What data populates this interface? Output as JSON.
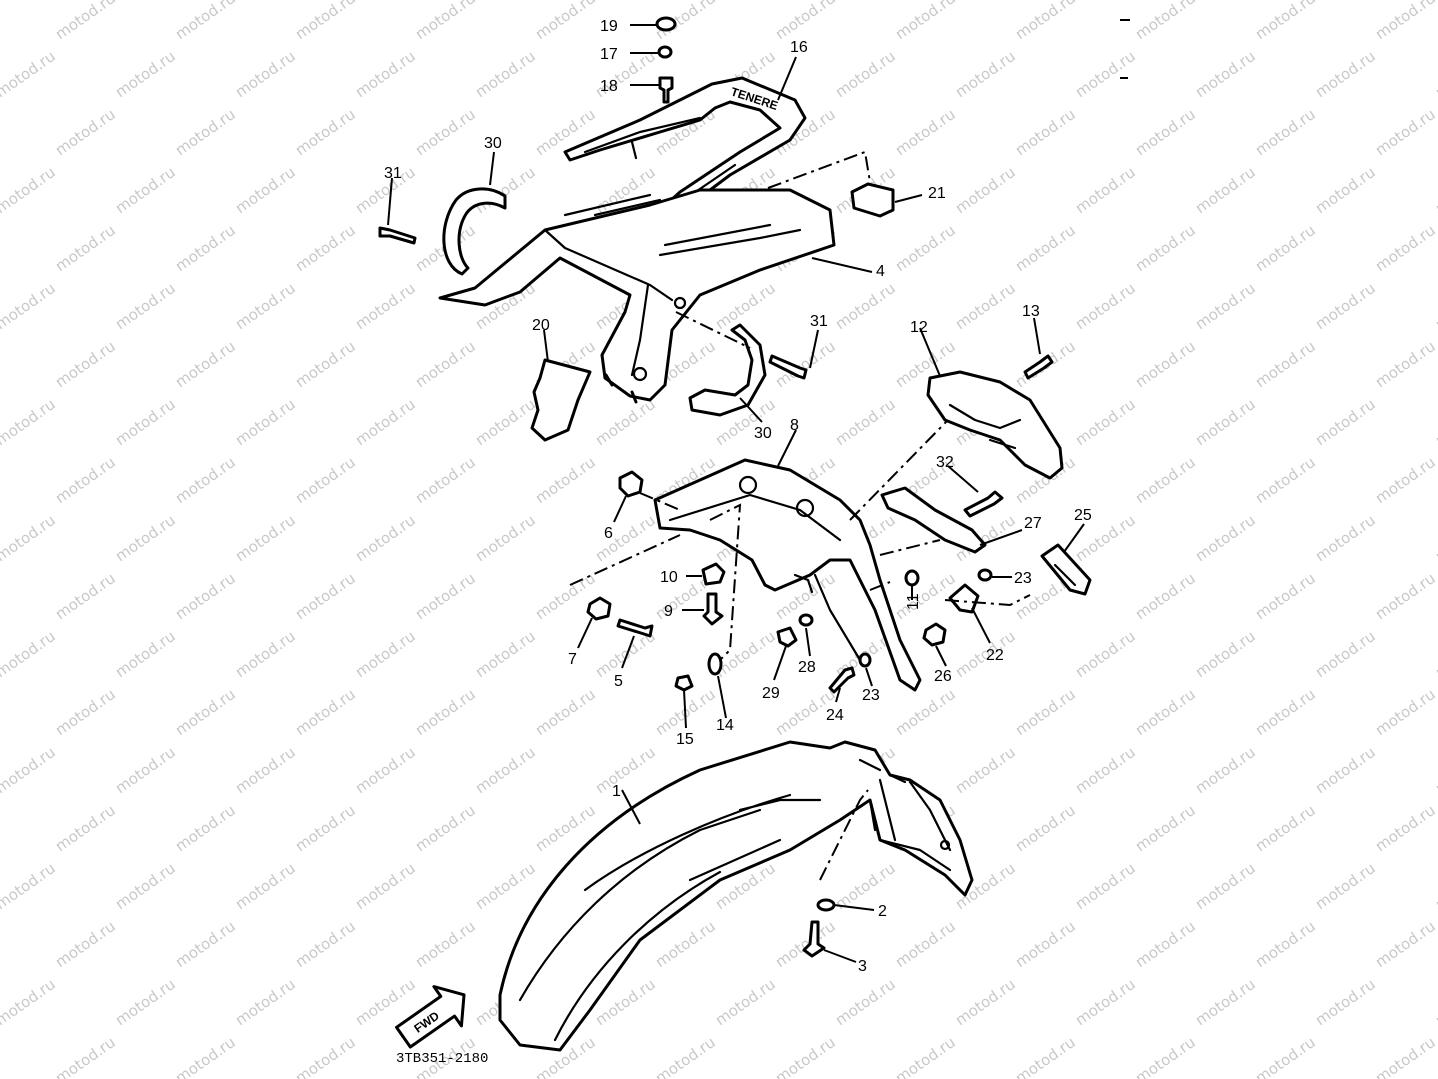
{
  "diagram_code": "3TB351-2180",
  "watermark_text": "motod.ru",
  "brand_marking": "TENERE",
  "direction_marker": "FWD",
  "callouts": [
    "1",
    "2",
    "3",
    "4",
    "5",
    "6",
    "7",
    "8",
    "9",
    "10",
    "11",
    "12",
    "13",
    "14",
    "15",
    "16",
    "17",
    "18",
    "19",
    "20",
    "21",
    "22",
    "23",
    "24",
    "25",
    "26",
    "27",
    "28",
    "29",
    "30",
    "31",
    "32"
  ],
  "colors": {
    "line": "#000000",
    "background": "#ffffff",
    "watermark": "#c8c8c8"
  }
}
